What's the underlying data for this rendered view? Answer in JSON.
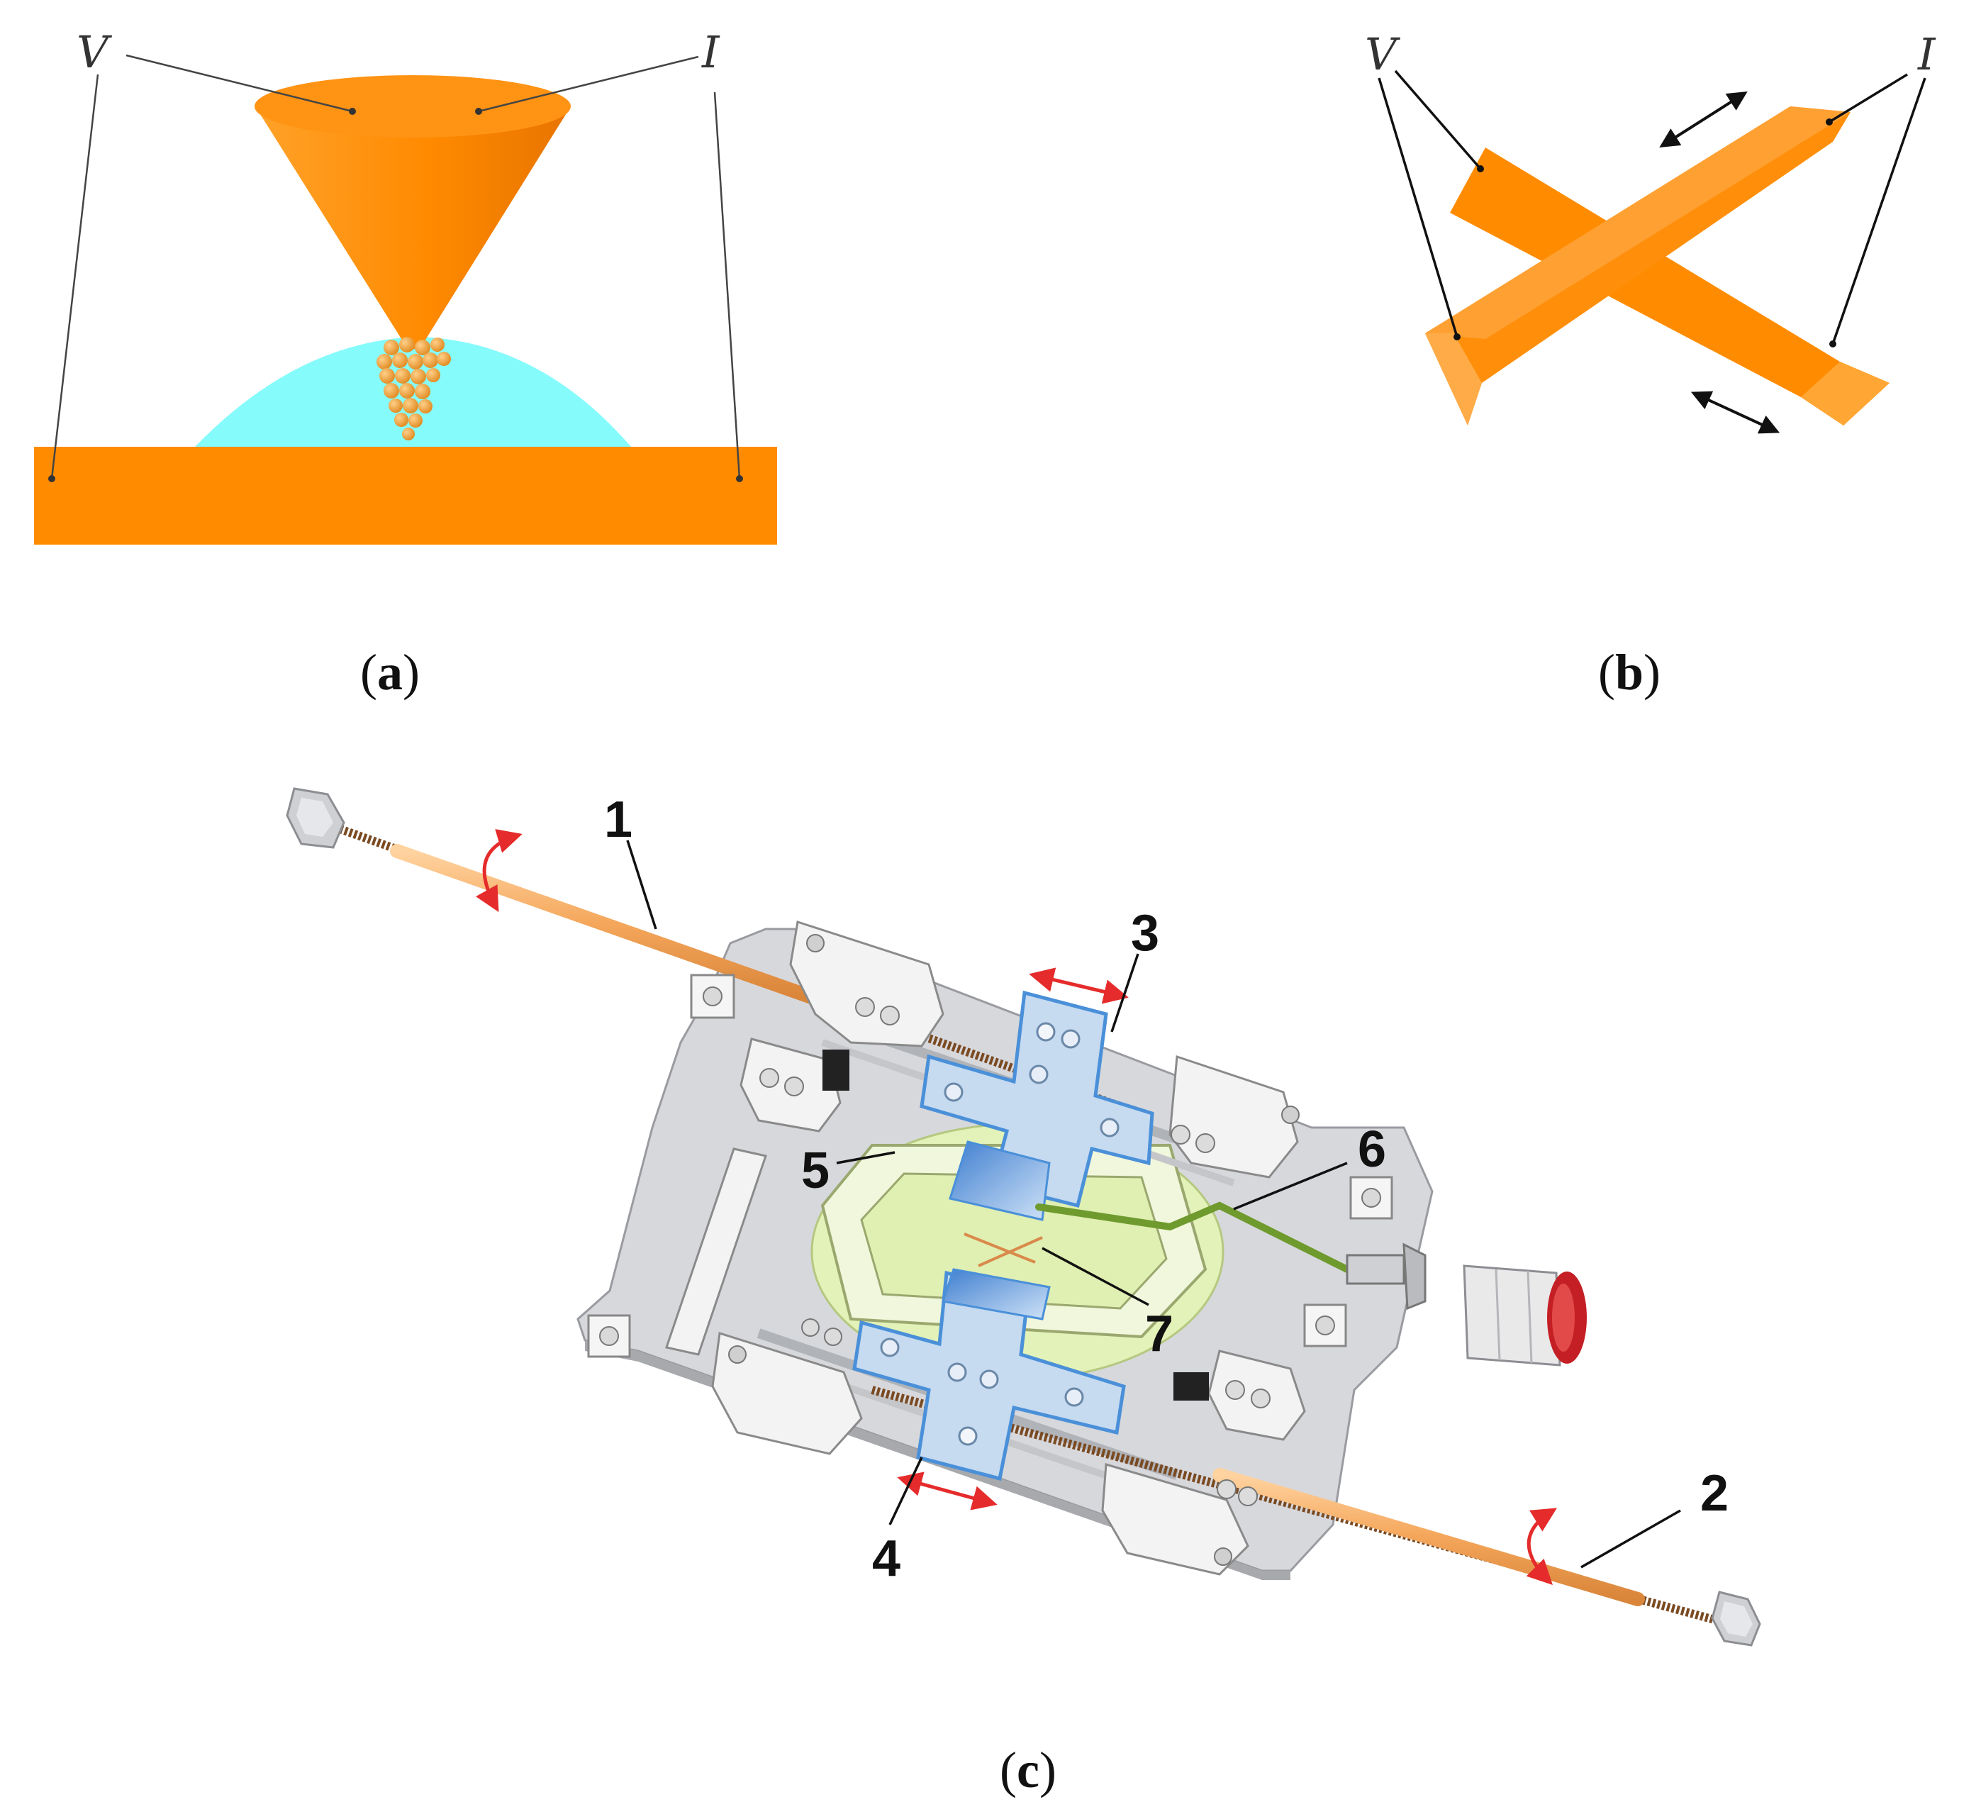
{
  "panel_a": {
    "label_v": "V",
    "label_i": "I",
    "caption_letter": "a"
  },
  "panel_b": {
    "label_v": "V",
    "label_i": "I",
    "caption_letter": "b"
  },
  "panel_c": {
    "caption_letter": "c",
    "parts": {
      "p1": "1",
      "p2": "2",
      "p3": "3",
      "p4": "4",
      "p5": "5",
      "p6": "6",
      "p7": "7"
    }
  },
  "colors": {
    "orange": "#ff8c00",
    "orange_light": "#ffa634",
    "orange_dark": "#e67a00",
    "cyan": "#86fbfb",
    "plate_gray": "#d7d8dc",
    "blue_part": "#c6daf0",
    "blue_edge": "#4a90d9",
    "green_ring": "#e3f2b8",
    "red_arrow": "#e52b2b",
    "copper_rod": "#f5b36b"
  }
}
